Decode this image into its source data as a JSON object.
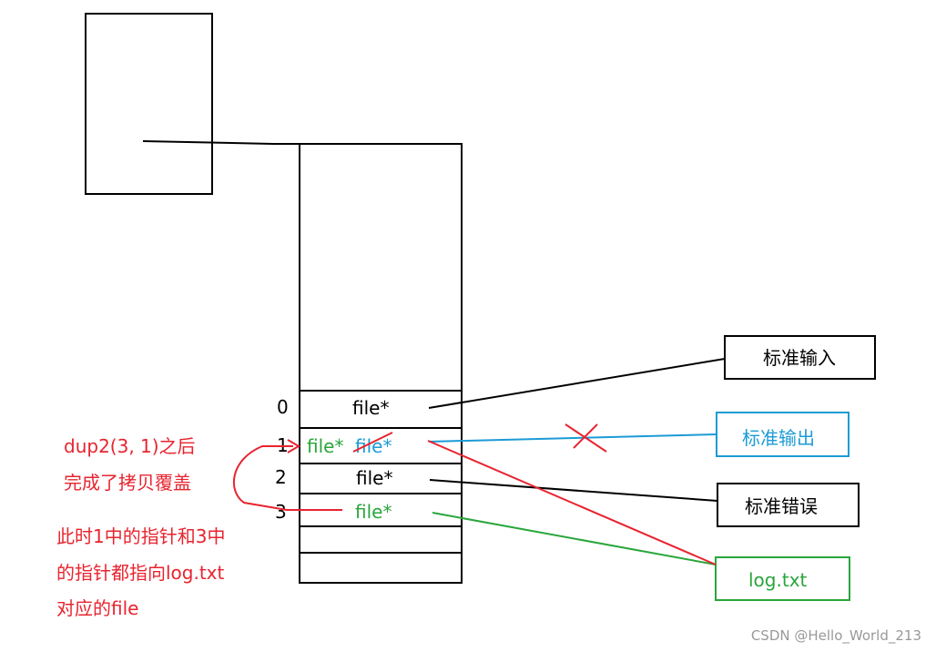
{
  "colors": {
    "black": "#000000",
    "red": "#e8242f",
    "green": "#2aa63c",
    "blue": "#1c9bd6",
    "watermark": "#999999"
  },
  "fd_table": {
    "index_0": "0",
    "index_1": "1",
    "index_2": "2",
    "index_3": "3",
    "slot_0": "file*",
    "slot_1_new": "file*",
    "slot_1_old": "file*",
    "slot_2": "file*",
    "slot_3": "file*"
  },
  "targets": {
    "stdin": "标准输入",
    "stdout": "标准输出",
    "stderr": "标准错误",
    "log": "log.txt"
  },
  "annotation": {
    "line1": "dup2(3, 1)之后",
    "line2": "完成了拷贝覆盖",
    "line3": "此时1中的指针和3中",
    "line4": "的指针都指向log.txt",
    "line5": "对应的file"
  },
  "watermark": "CSDN @Hello_World_213"
}
